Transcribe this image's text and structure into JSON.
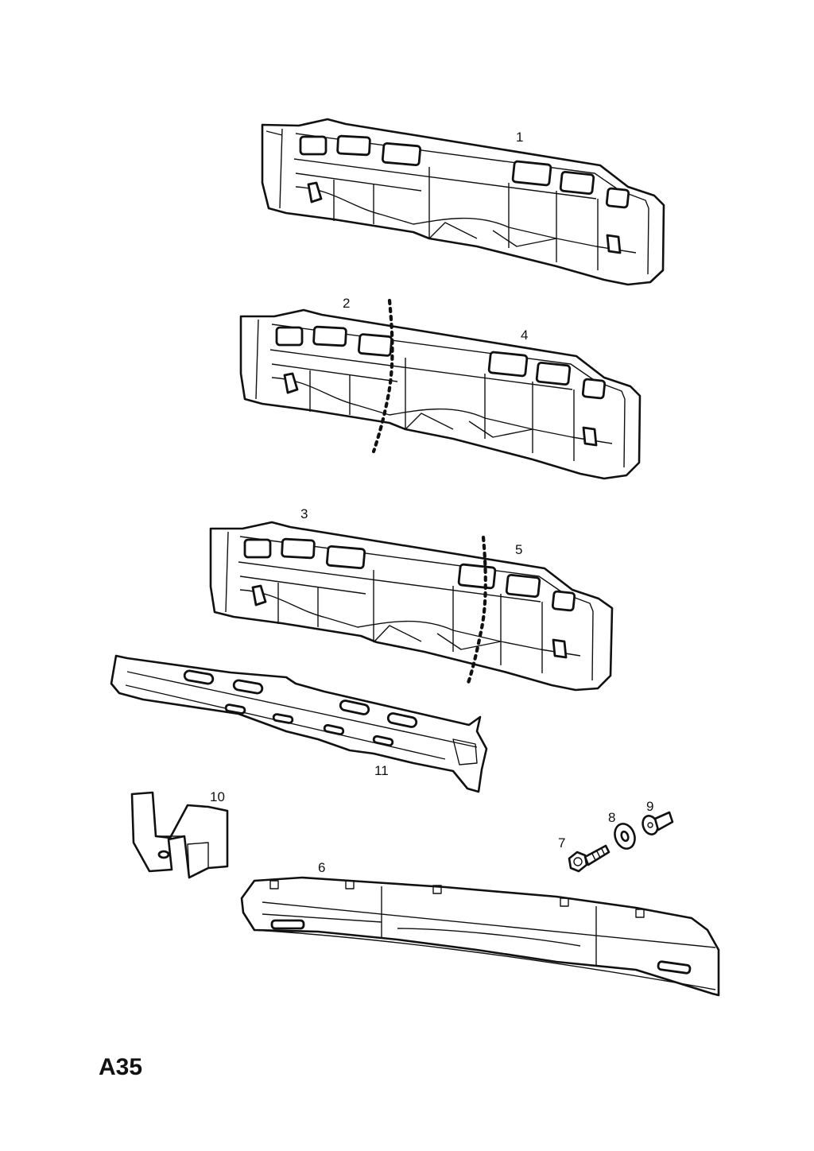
{
  "diagram": {
    "page_code": "A35",
    "callouts": [
      "1",
      "2",
      "3",
      "4",
      "5",
      "6",
      "7",
      "8",
      "9",
      "10",
      "11"
    ]
  }
}
